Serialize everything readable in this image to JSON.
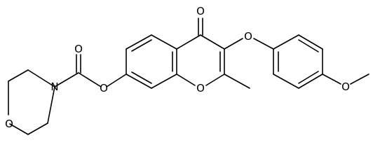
{
  "molecule": {
    "atom_labels": {
      "morpholine_o": "O",
      "morpholine_n": "N",
      "carbamate_carbonyl_o": "O",
      "carbamate_ester_o": "O",
      "ring_oxygen": "O",
      "ketone_o": "O",
      "ether_o": "O",
      "methoxy_o": "O"
    }
  }
}
